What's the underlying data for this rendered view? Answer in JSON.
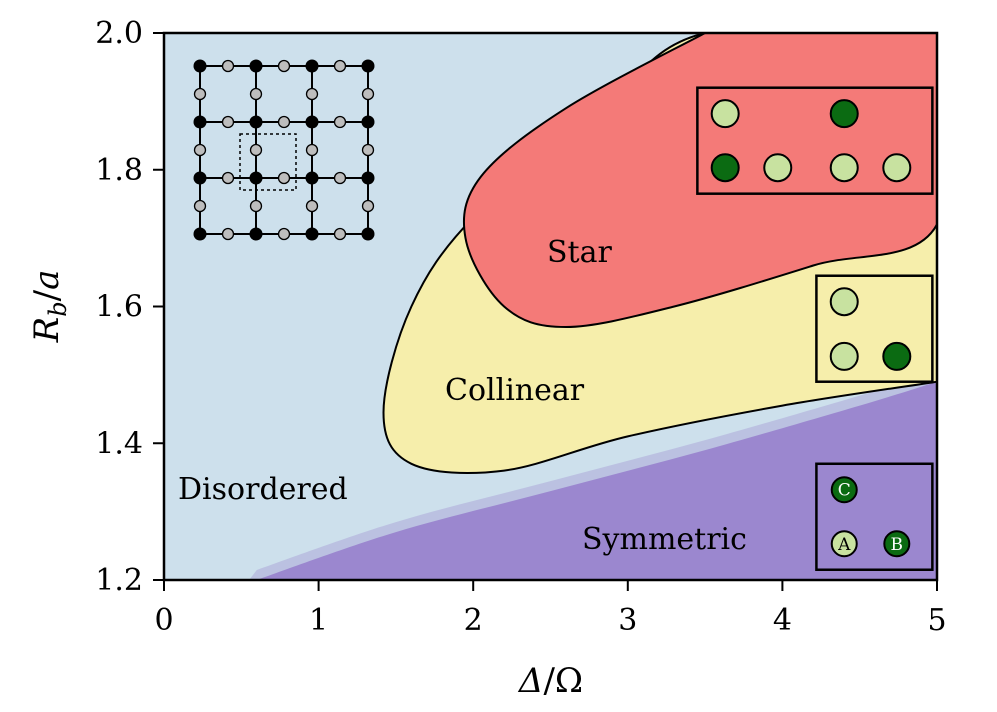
{
  "chart_data": {
    "type": "phase-diagram",
    "xlabel_parts": [
      "Δ",
      "/",
      "Ω"
    ],
    "ylabel_parts": [
      "R",
      "b",
      "/",
      "a"
    ],
    "xlim": [
      0,
      5
    ],
    "ylim": [
      1.2,
      2.0
    ],
    "x_ticks": [
      0,
      1,
      2,
      3,
      4,
      5
    ],
    "y_ticks": [
      1.2,
      1.4,
      1.6,
      1.8,
      2.0
    ],
    "x_tick_labels": [
      "0",
      "1",
      "2",
      "3",
      "4",
      "5"
    ],
    "y_tick_labels": [
      "1.2",
      "1.4",
      "1.6",
      "1.8",
      "2.0"
    ],
    "colors": {
      "disordered": "#cde0ec",
      "symmetric": "#9b87cf",
      "collinear": "#f6eeab",
      "star": "#f47a78",
      "atom_light": "#c8e2a0",
      "atom_dark": "#0b6b12",
      "lattice_vertex": "#000000",
      "lattice_edge_atom": "#bdbdbd"
    },
    "regions": [
      {
        "name": "Disordered",
        "label": "Disordered",
        "label_at": [
          0.1,
          1.325
        ]
      },
      {
        "name": "Symmetric",
        "label": "Symmetric",
        "label_at": [
          2.7,
          1.258
        ],
        "boundary": [
          [
            0.6,
            1.2
          ],
          [
            1.5,
            1.27
          ],
          [
            2.5,
            1.33
          ],
          [
            3.5,
            1.39
          ],
          [
            4.5,
            1.455
          ],
          [
            5.0,
            1.49
          ]
        ]
      },
      {
        "name": "Collinear",
        "label": "Collinear",
        "label_at": [
          1.82,
          1.475
        ],
        "boundary": [
          [
            5.0,
            1.49
          ],
          [
            4.0,
            1.455
          ],
          [
            3.0,
            1.41
          ],
          [
            2.2,
            1.36
          ],
          [
            1.6,
            1.37
          ],
          [
            1.42,
            1.445
          ],
          [
            1.6,
            1.6
          ],
          [
            2.0,
            1.73
          ],
          [
            2.8,
            1.88
          ],
          [
            3.5,
            2.0
          ],
          [
            5.0,
            2.0
          ]
        ]
      },
      {
        "name": "Star",
        "label": "Star",
        "label_at": [
          2.48,
          1.67
        ],
        "boundary": [
          [
            3.5,
            2.0
          ],
          [
            2.6,
            1.89
          ],
          [
            2.05,
            1.79
          ],
          [
            1.95,
            1.7
          ],
          [
            2.2,
            1.6
          ],
          [
            2.6,
            1.57
          ],
          [
            3.3,
            1.6
          ],
          [
            4.2,
            1.66
          ],
          [
            5.0,
            1.72
          ],
          [
            5.0,
            2.0
          ]
        ]
      }
    ],
    "insets": [
      {
        "name": "star",
        "box": [
          3.45,
          4.97,
          1.765,
          1.92
        ],
        "atoms": [
          {
            "x": 3.63,
            "y": 1.882,
            "state": "light",
            "label": ""
          },
          {
            "x": 4.4,
            "y": 1.882,
            "state": "dark",
            "label": ""
          },
          {
            "x": 3.63,
            "y": 1.803,
            "state": "dark",
            "label": ""
          },
          {
            "x": 3.97,
            "y": 1.803,
            "state": "light",
            "label": ""
          },
          {
            "x": 4.4,
            "y": 1.803,
            "state": "light",
            "label": ""
          },
          {
            "x": 4.74,
            "y": 1.803,
            "state": "light",
            "label": ""
          }
        ]
      },
      {
        "name": "collinear",
        "box": [
          4.22,
          4.97,
          1.49,
          1.645
        ],
        "atoms": [
          {
            "x": 4.4,
            "y": 1.607,
            "state": "light",
            "label": ""
          },
          {
            "x": 4.4,
            "y": 1.527,
            "state": "light",
            "label": ""
          },
          {
            "x": 4.74,
            "y": 1.527,
            "state": "dark",
            "label": ""
          }
        ]
      },
      {
        "name": "symmetric",
        "box": [
          4.22,
          4.97,
          1.215,
          1.37
        ],
        "atoms": [
          {
            "x": 4.4,
            "y": 1.332,
            "state": "dark",
            "label": "C"
          },
          {
            "x": 4.4,
            "y": 1.253,
            "state": "light",
            "label": "A"
          },
          {
            "x": 4.74,
            "y": 1.253,
            "state": "dark",
            "label": "B"
          }
        ]
      }
    ],
    "lattice": {
      "rows": 4,
      "cols": 4,
      "unit_cell": "dashed square around one vertex with its two edge atoms"
    },
    "grid": false,
    "legend": "none"
  }
}
